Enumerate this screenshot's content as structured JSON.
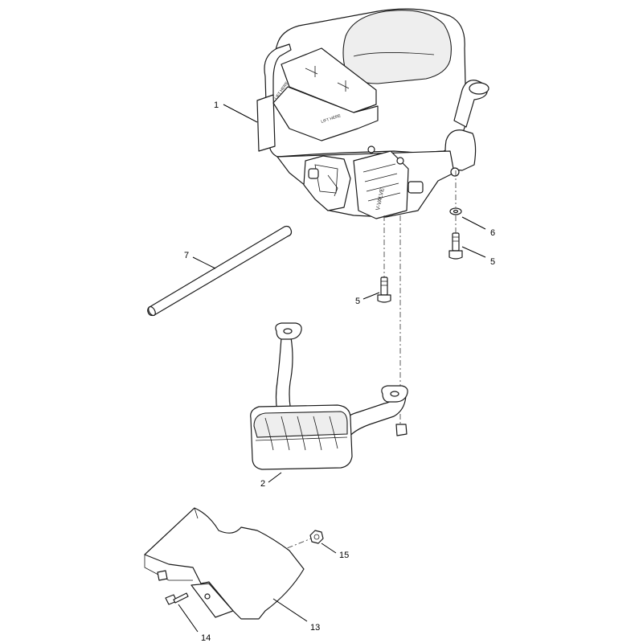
{
  "callouts": [
    {
      "id": "engine",
      "number": "1"
    },
    {
      "id": "muffler",
      "number": "2"
    },
    {
      "id": "washer",
      "number": "6"
    },
    {
      "id": "bolt_right",
      "number": "5"
    },
    {
      "id": "bolt_left",
      "number": "5"
    },
    {
      "id": "tube",
      "number": "7"
    },
    {
      "id": "nut",
      "number": "15"
    },
    {
      "id": "bolt_shield",
      "number": "14"
    },
    {
      "id": "heat_shield",
      "number": "13"
    }
  ],
  "decals": {
    "lift_here_top": "LIFT HERE",
    "lift_here_side": "LIFT HERE",
    "valve_label": "V-VALVE"
  }
}
